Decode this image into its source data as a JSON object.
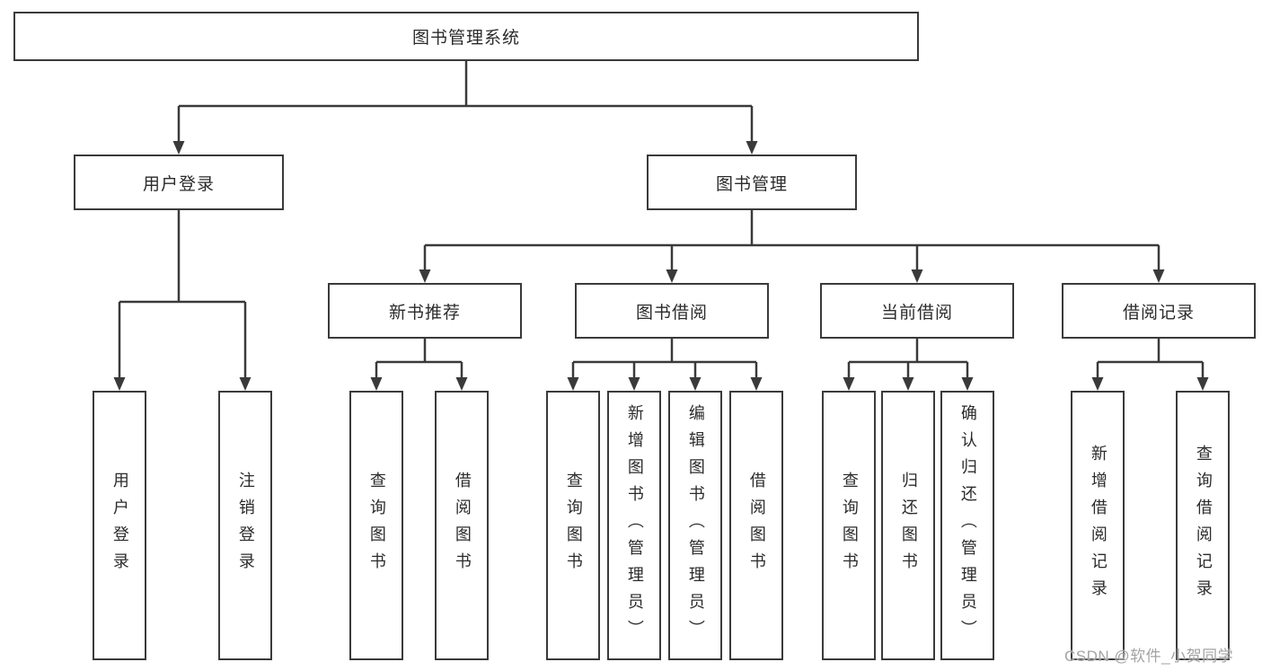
{
  "diagram": {
    "root": {
      "label": "图书管理系统"
    },
    "branches": [
      {
        "label": "用户登录",
        "leaves": [
          {
            "label": "用户登录"
          },
          {
            "label": "注销登录"
          }
        ]
      },
      {
        "label": "图书管理",
        "groups": [
          {
            "label": "新书推荐",
            "leaves": [
              {
                "label": "查询图书"
              },
              {
                "label": "借阅图书"
              }
            ]
          },
          {
            "label": "图书借阅",
            "leaves": [
              {
                "label": "查询图书"
              },
              {
                "label": "新增图书（管理员）"
              },
              {
                "label": "编辑图书（管理员）"
              },
              {
                "label": "借阅图书"
              }
            ]
          },
          {
            "label": "当前借阅",
            "leaves": [
              {
                "label": "查询图书"
              },
              {
                "label": "归还图书"
              },
              {
                "label": "确认归还（管理员）"
              }
            ]
          },
          {
            "label": "借阅记录",
            "leaves": [
              {
                "label": "新增借阅记录"
              },
              {
                "label": "查询借阅记录"
              }
            ]
          }
        ]
      }
    ]
  },
  "watermark": {
    "text": "CSDN @软件_小贺同学"
  },
  "colors": {
    "line": "#3a3a3a",
    "text": "#2b2b2b",
    "watermark": "#a3a3a3",
    "background": "#ffffff"
  }
}
